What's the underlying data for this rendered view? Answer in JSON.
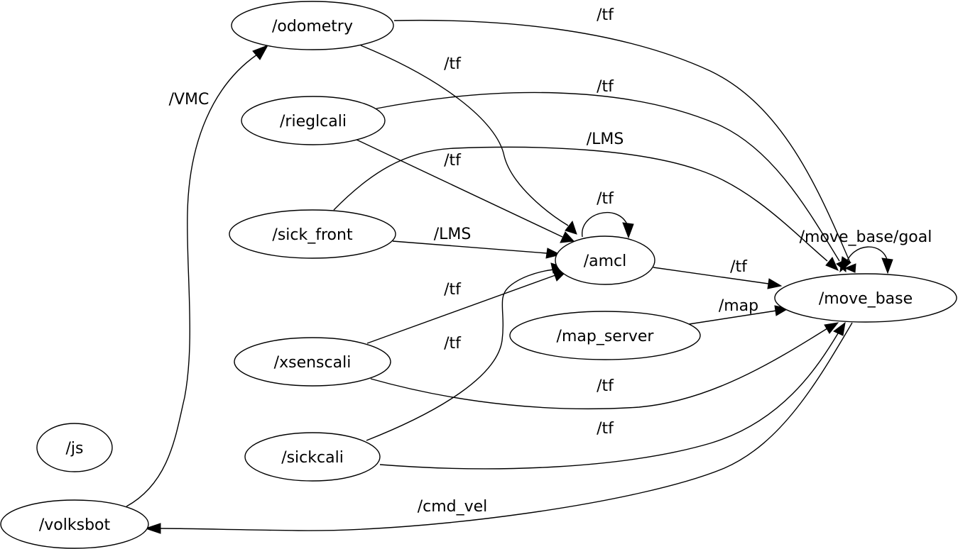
{
  "nodes": {
    "odometry": "/odometry",
    "rieglcali": "/rieglcali",
    "sick_front": "/sick_front",
    "xsenscali": "/xsenscali",
    "sickcali": "/sickcali",
    "js": "/js",
    "volksbot": "/volksbot",
    "amcl": "/amcl",
    "map_server": "/map_server",
    "move_base": "/move_base"
  },
  "edges": {
    "volksbot_odometry": "/VMC",
    "odometry_movebase": "/tf",
    "odometry_amcl": "/tf",
    "rieglcali_movebase": "/tf",
    "rieglcali_amcl": "/tf",
    "sickfront_movebase": "/LMS",
    "amcl_self": "/tf",
    "sickfront_amcl": "/LMS",
    "movebase_self": "/move_base/goal",
    "amcl_movebase": "/tf",
    "mapserver_movebase": "/map",
    "xsenscali_amcl": "/tf",
    "sickcali_amcl": "/tf",
    "xsenscali_movebase": "/tf",
    "sickcali_movebase": "/tf",
    "movebase_volksbot": "/cmd_vel"
  }
}
